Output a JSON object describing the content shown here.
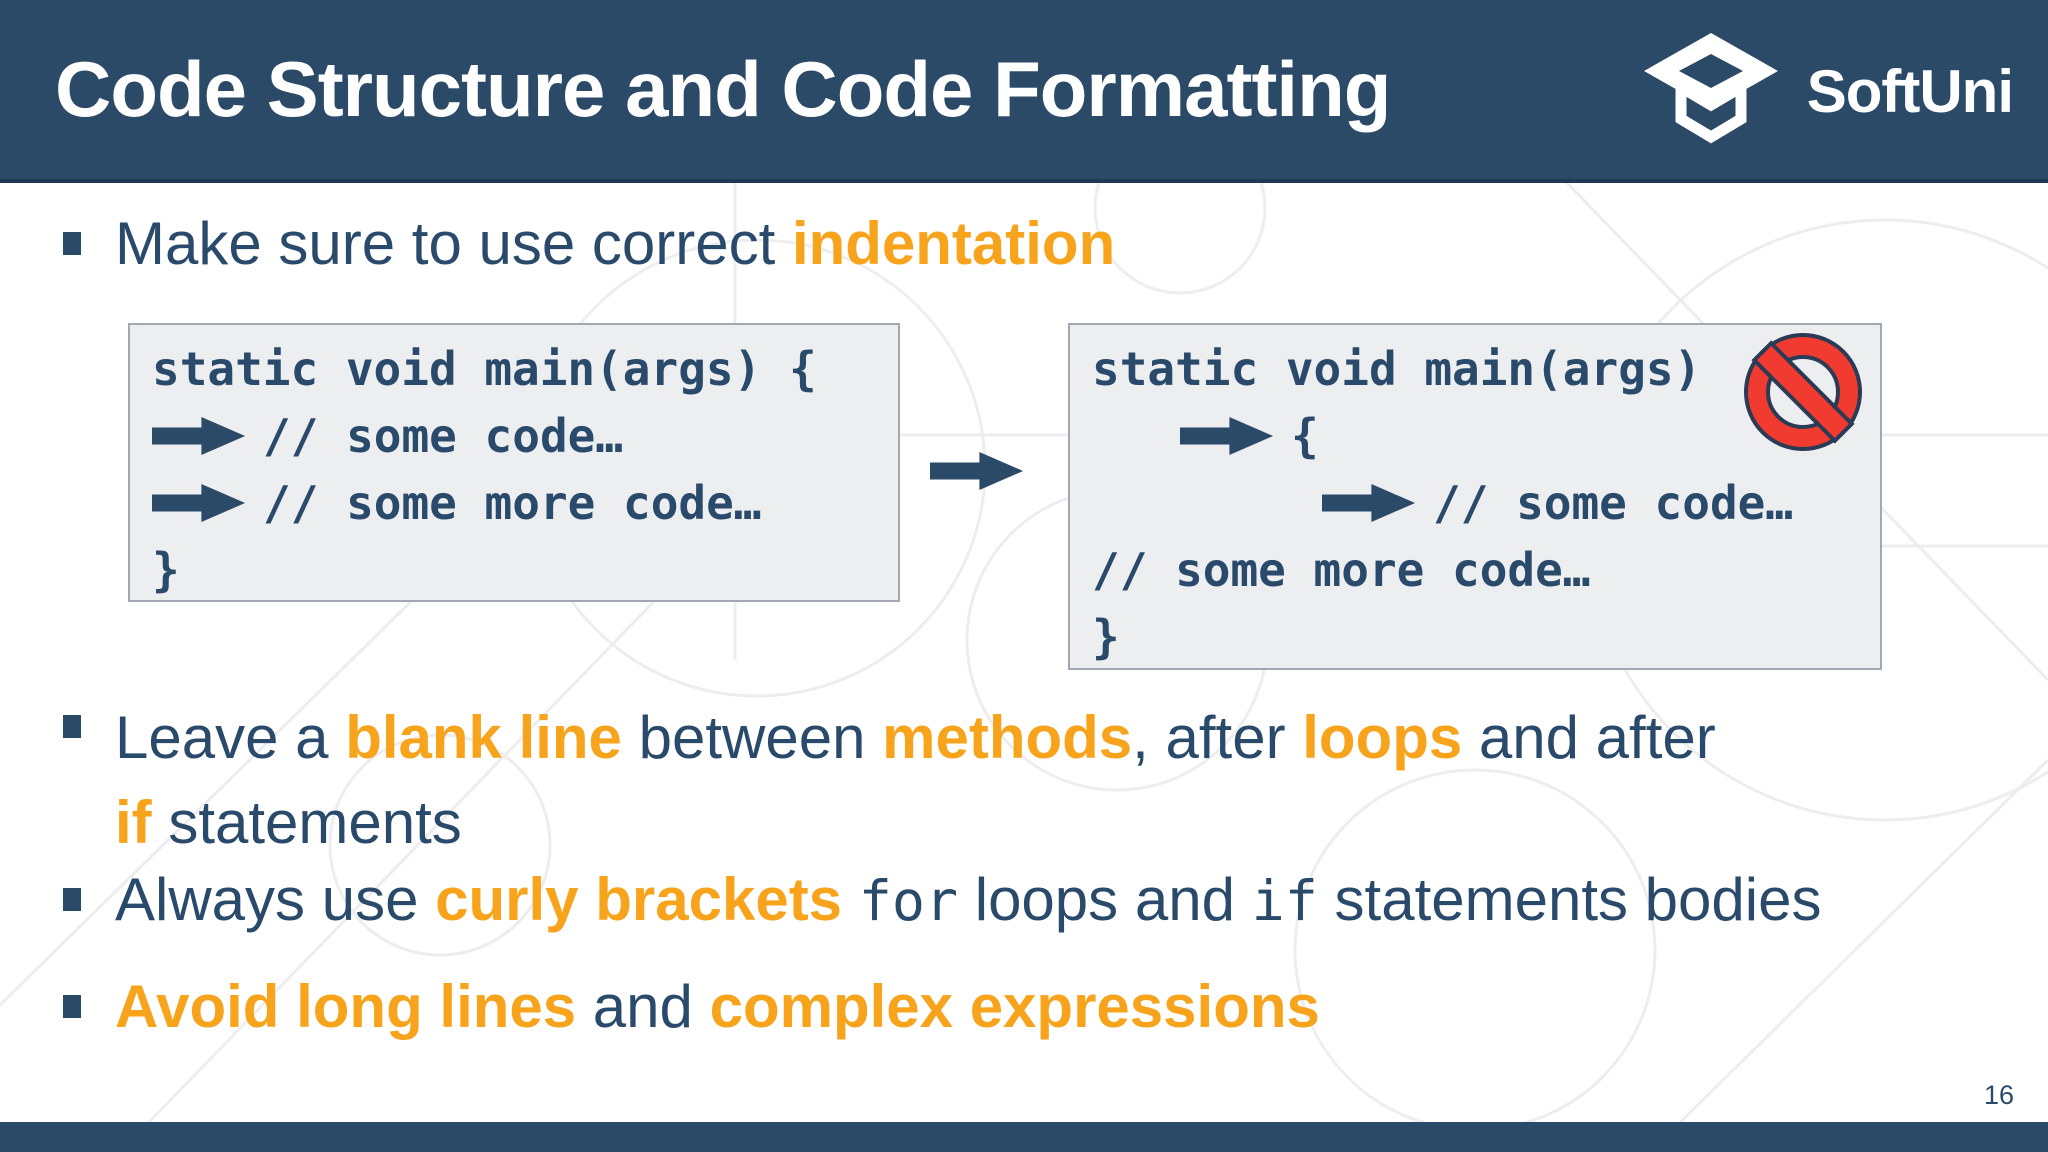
{
  "header": {
    "title": "Code Structure and Code Formatting",
    "logo_text": "SoftUni"
  },
  "bullets": {
    "b1": {
      "r1": "Make sure to use correct ",
      "r2": "indentation"
    },
    "b2": {
      "r1": "Leave a ",
      "r2": "blank line",
      "r3": " between ",
      "r4": "methods",
      "r5": ", after ",
      "r6": "loops",
      "r7": " and after",
      "l2r1": "if",
      "l2r2": " statements"
    },
    "b3": {
      "r1": "Always use ",
      "r2": "curly brackets",
      "r3": " ",
      "r4": "for",
      "r5": " loops and ",
      "r6": "if",
      "r7": " statements bodies"
    },
    "b4": {
      "r1": "Avoid long lines",
      "r2": " and ",
      "r3": "complex expressions"
    }
  },
  "code_left": {
    "l1": "static void main(args) {",
    "l2": "// some code…",
    "l3": "// some more code…",
    "l4": "}"
  },
  "code_right": {
    "l1": "static void main(args)",
    "l2": "{",
    "l3": "// some code…",
    "l4": "// some more code…",
    "l5": "}"
  },
  "footer": {
    "page_number": "16"
  },
  "colors": {
    "header_bg": "#2B4A68",
    "text_navy": "#2A4A6B",
    "accent_orange": "#F7A31B",
    "code_bg": "#EDEEF0",
    "code_border": "#A3A7B2",
    "no_sign_red": "#F23B30",
    "no_sign_outline": "#2B3A55"
  }
}
